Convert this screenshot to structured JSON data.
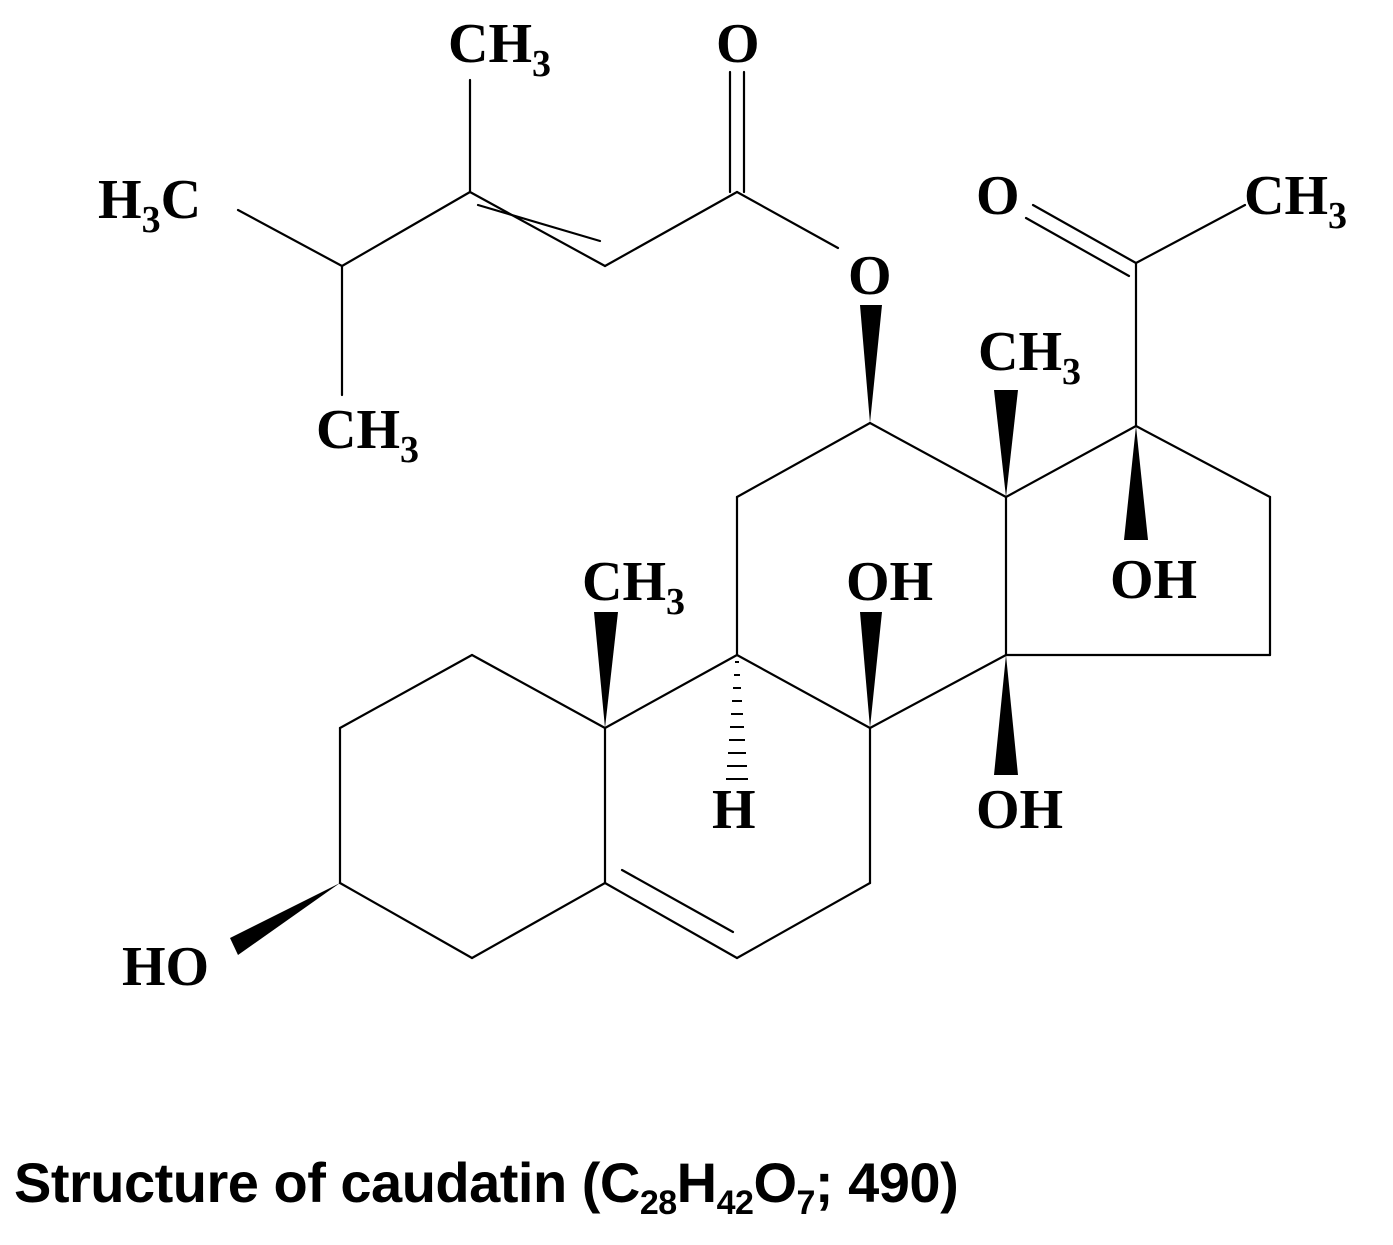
{
  "diagram": {
    "type": "chemical-structure",
    "atom_labels": {
      "ester_ch3_top": {
        "main": "CH",
        "sub": "3"
      },
      "carbonyl_o": {
        "main": "O"
      },
      "h3c_left": {
        "pre": "H",
        "sub": "3",
        "post": "C"
      },
      "ch3_isopropyl": {
        "main": "CH",
        "sub": "3"
      },
      "ester_o": {
        "main": "O"
      },
      "ketone_o": {
        "main": "O"
      },
      "acetyl_ch3": {
        "main": "CH",
        "sub": "3"
      },
      "c18_ch3": {
        "main": "CH",
        "sub": "3"
      },
      "c19_ch3": {
        "main": "CH",
        "sub": "3"
      },
      "c8_oh": {
        "main": "OH"
      },
      "c17_oh": {
        "main": "OH"
      },
      "c14_oh": {
        "main": "OH"
      },
      "c9_h": {
        "main": "H"
      },
      "c3_ho": {
        "main": "HO"
      }
    }
  },
  "caption": {
    "prefix": "Structure of caudatin (C",
    "c_count": "28",
    "h_label": "H",
    "h_count": "42",
    "o_label": "O",
    "o_count": "7",
    "suffix": "; 490)"
  }
}
